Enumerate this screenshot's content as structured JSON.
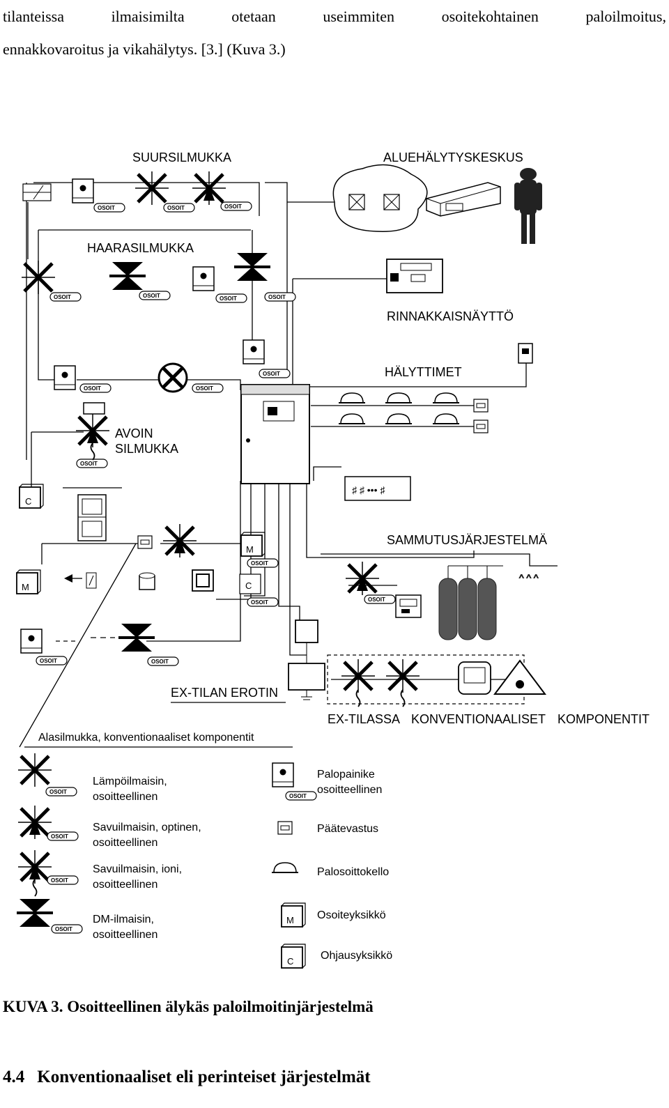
{
  "paragraph": {
    "line1": "tilanteissa ilmaisimilta otetaan useimmiten osoitekohtainen paloilmoitus,",
    "line2": "ennakkovaroitus ja vikahälytys. [3.] (Kuva 3.)"
  },
  "figure": {
    "labels": {
      "suursilmukka": "SUURSILMUKKA",
      "aluehalytyskeskus": "ALUEHÄLYTYSKESKUS",
      "haarasilmukka": "HAARASILMUKKA",
      "rinnakkaisnaytto": "RINNAKKAISNÄYTTÖ",
      "halyttimet": "HÄLYTTIMET",
      "avoin1": "AVOIN",
      "avoin2": "SILMUKKA",
      "sammutus": "SAMMUTUSJÄRJESTELMÄ",
      "ex_erotin": "EX-TILAN EROTIN",
      "ex_tilassa": "EX-TILASSA",
      "konv": "KONVENTIONAALISET",
      "komp": "KOMPONENTIT",
      "alasilmukka": "Alasilmukka, konventionaaliset komponentit",
      "osoit": "OSOIT",
      "m": "M",
      "c": "C"
    },
    "legend": {
      "lampo1": "Lämpöilmaisin,",
      "lampo2": "osoitteellinen",
      "savu_opt1": "Savuilmaisin, optinen,",
      "savu_opt2": "osoitteellinen",
      "savu_ioni1": "Savuilmaisin, ioni,",
      "savu_ioni2": "osoitteellinen",
      "dm1": "DM-ilmaisin,",
      "dm2": "osoitteellinen",
      "palopainike1": "Palopainike",
      "palopainike2": "osoitteellinen",
      "paatevastus": "Päätevastus",
      "palosoittokello": "Palosoittokello",
      "osoiteyksikko": "Osoiteyksikkö",
      "ohjausyksikko": "Ohjausyksikkö"
    }
  },
  "caption": "KUVA 3. Osoitteellinen älykäs paloilmoitinjärjestelmä",
  "heading": {
    "number": "4.4",
    "title": "Konventionaaliset eli perinteiset järjestelmät"
  }
}
